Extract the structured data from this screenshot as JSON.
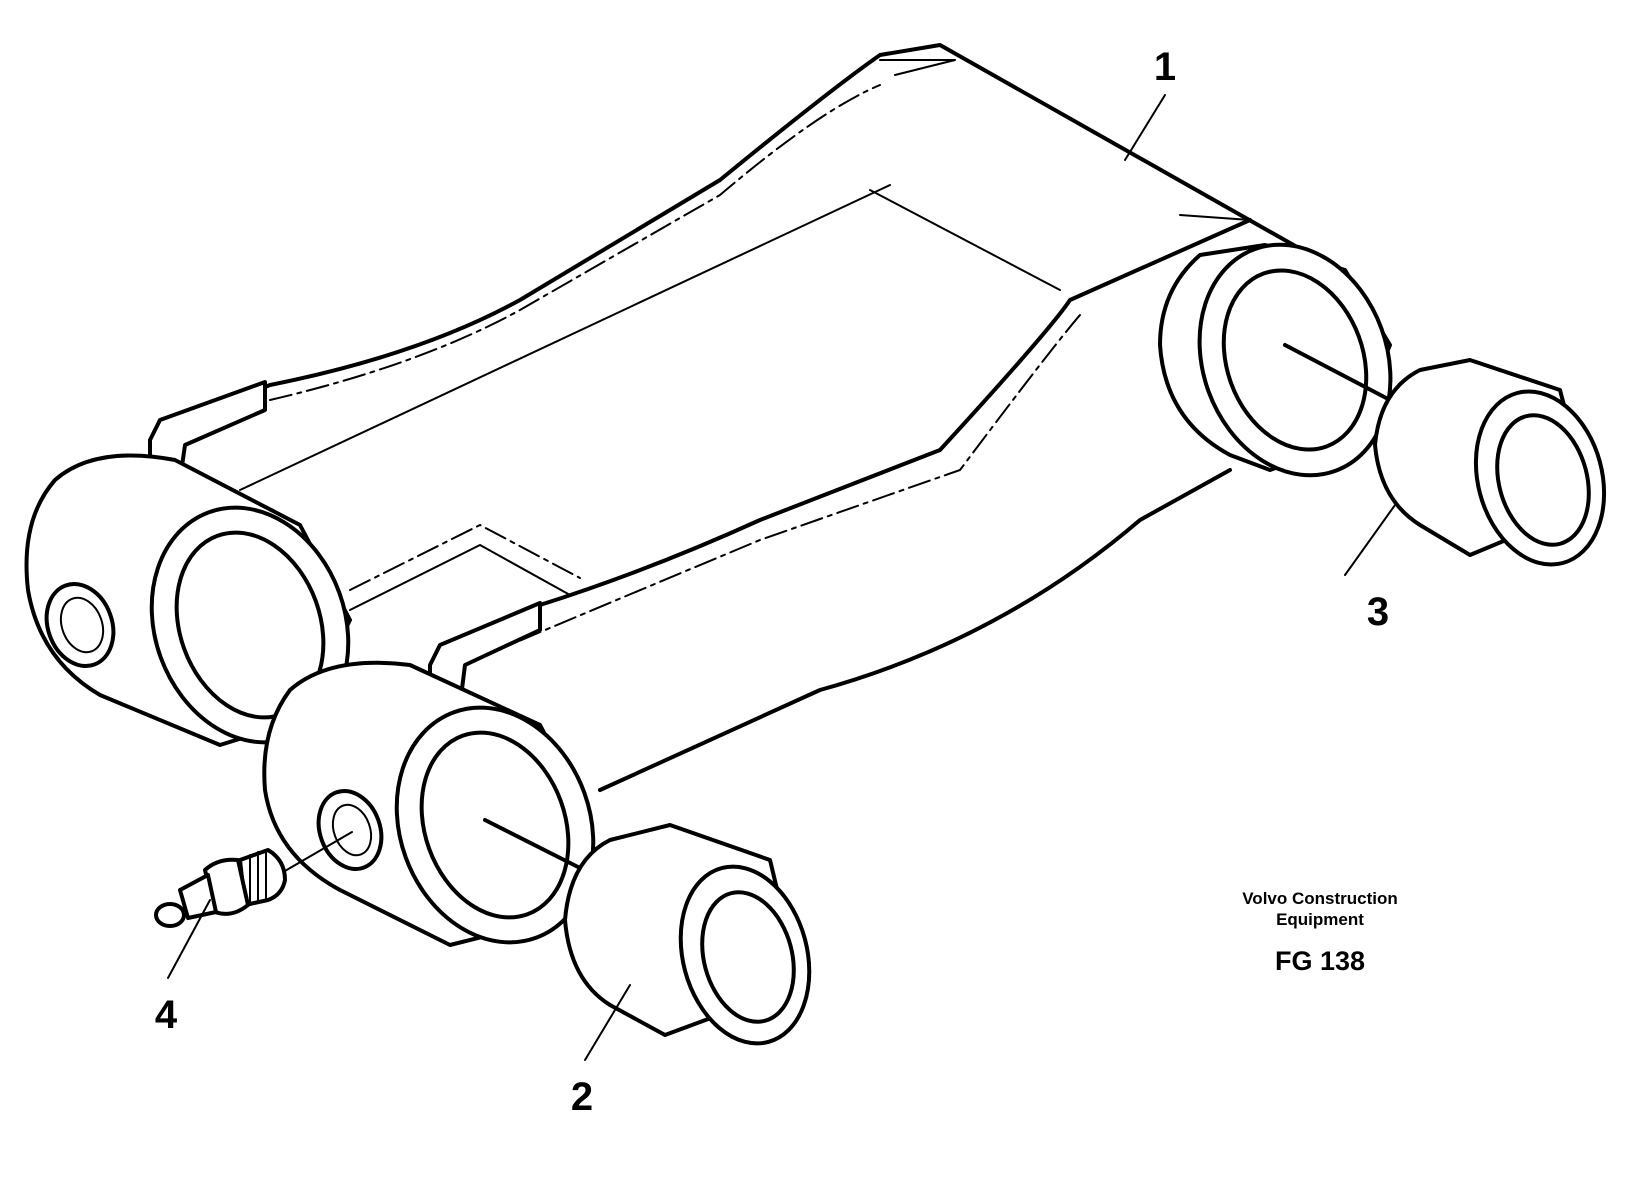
{
  "callouts": [
    {
      "id": "1",
      "label": "1"
    },
    {
      "id": "2",
      "label": "2"
    },
    {
      "id": "3",
      "label": "3"
    },
    {
      "id": "4",
      "label": "4"
    }
  ],
  "caption": {
    "maker_line1": "Volvo Construction",
    "maker_line2": "Equipment",
    "figure_code": "FG 138"
  }
}
